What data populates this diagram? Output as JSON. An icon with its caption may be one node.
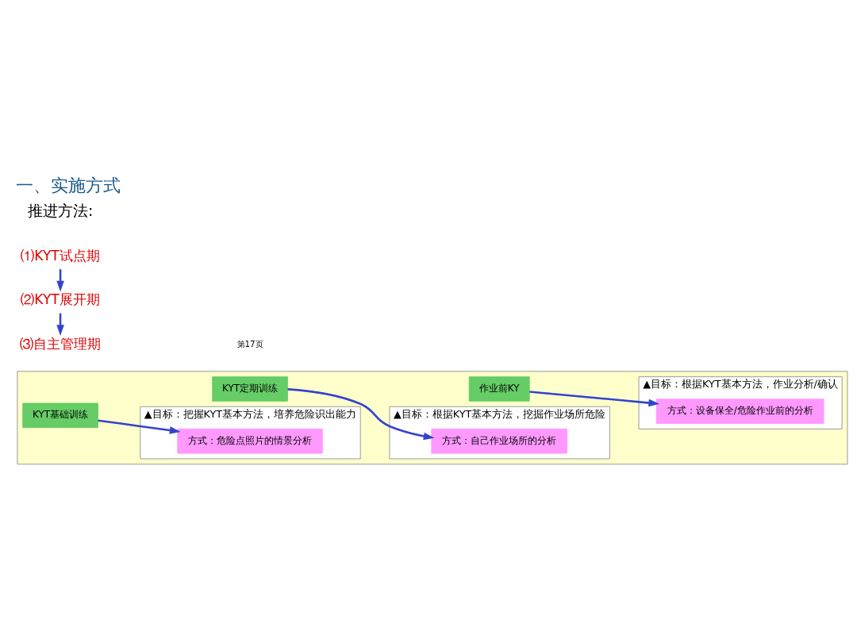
{
  "diagram": {
    "title": "一、实施方式",
    "nodes": [
      {
        "text": [],
        "shape": "box"
      },
      {
        "text": [
          "KYT基础训练"
        ],
        "in": 0
      },
      {
        "text": [
          "▲目标：把握KYT基本方法，培养危险识出能力"
        ],
        "in": 0
      },
      {
        "text": [
          "方式：危险点照片的情景分析"
        ],
        "in": 2
      },
      {
        "text": [
          "KYT定期训练"
        ],
        "in": 0
      },
      {
        "text": [
          "▲目标：根据KYT基本方法，挖掘作业场所危险"
        ],
        "in": 0
      },
      {
        "text": [
          "方式：自己作业场所的分析"
        ],
        "in": 5
      },
      {
        "text": [
          "作业前KY"
        ],
        "in": 0
      },
      {
        "text": [
          "▲目标：根据KYT基本方法，作业分析/确认"
        ],
        "in": 0
      },
      {
        "text": [
          "方式：设备保全/危险作业前的分析"
        ],
        "in": 8
      },
      {
        "text": [
          "⑴KYT试点期"
        ]
      },
      {
        "text": [
          "⑵KYT展开期"
        ]
      },
      {
        "text": [
          "⑶自主管理期"
        ]
      }
    ],
    "edges": [
      {
        "from": 1,
        "to": 3,
        "arrow": "to"
      },
      {
        "from": 4,
        "to": 6,
        "arrow": "to"
      },
      {
        "from": 7,
        "to": 9,
        "arrow": "to"
      },
      {
        "from": 10,
        "to": 11,
        "arrow": "to"
      },
      {
        "from": 11,
        "to": 12,
        "arrow": "to"
      }
    ],
    "labels": [
      "推进方法:",
      "第17页"
    ]
  }
}
